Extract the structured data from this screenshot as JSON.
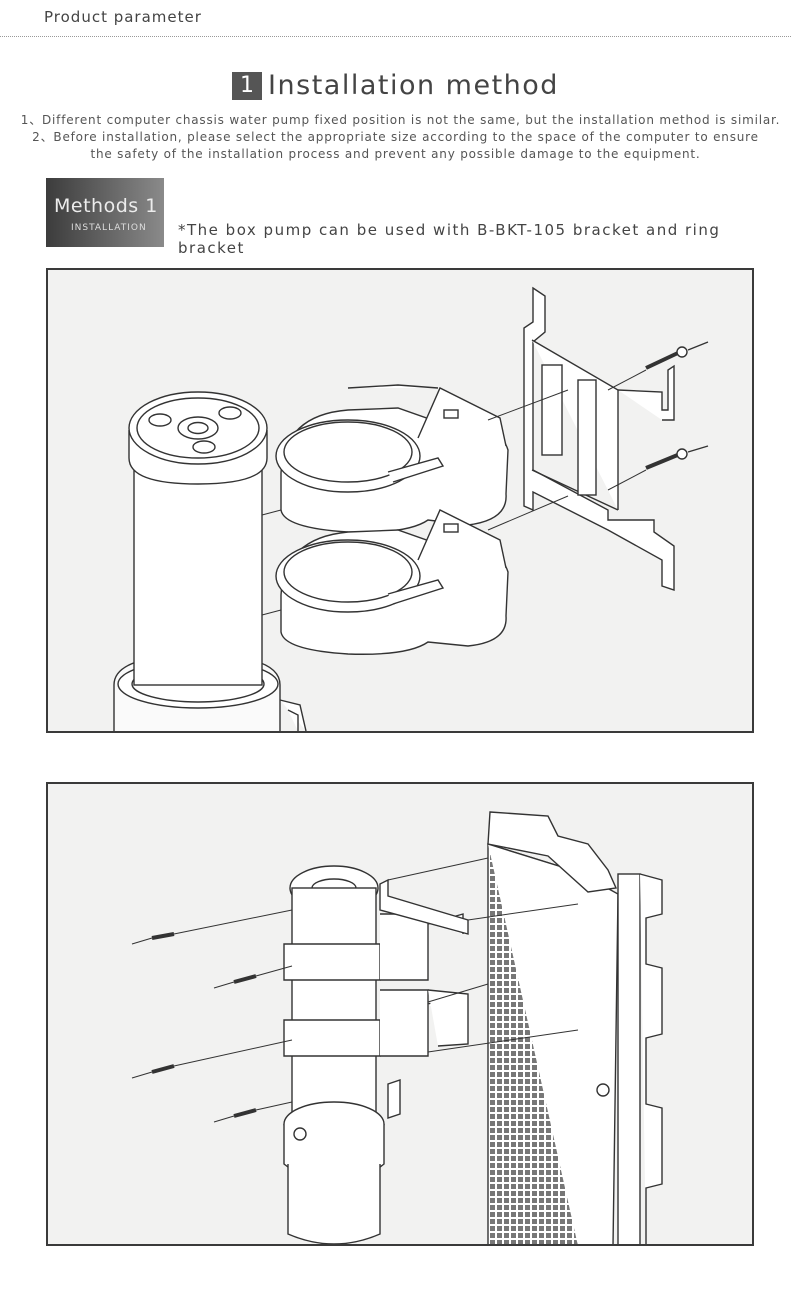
{
  "header": {
    "title": "Product parameter"
  },
  "section": {
    "number": "1",
    "title": "Installation method"
  },
  "notes": {
    "line1": "1、Different computer chassis water pump fixed position is not the same, but the installation method is similar.",
    "line2": "2、Before installation, please select the appropriate size according to the space of the computer to ensure",
    "line3": "the safety of the installation process and prevent any possible damage to the equipment."
  },
  "methods": {
    "label": "Methods 1",
    "sublabel": "INSTALLATION"
  },
  "note_text": "*The box pump can be used with B-BKT-105 bracket and ring bracket",
  "colors": {
    "panel_bg": "#f2f2f1",
    "border": "#3a3a3a",
    "accent": "#555555"
  }
}
